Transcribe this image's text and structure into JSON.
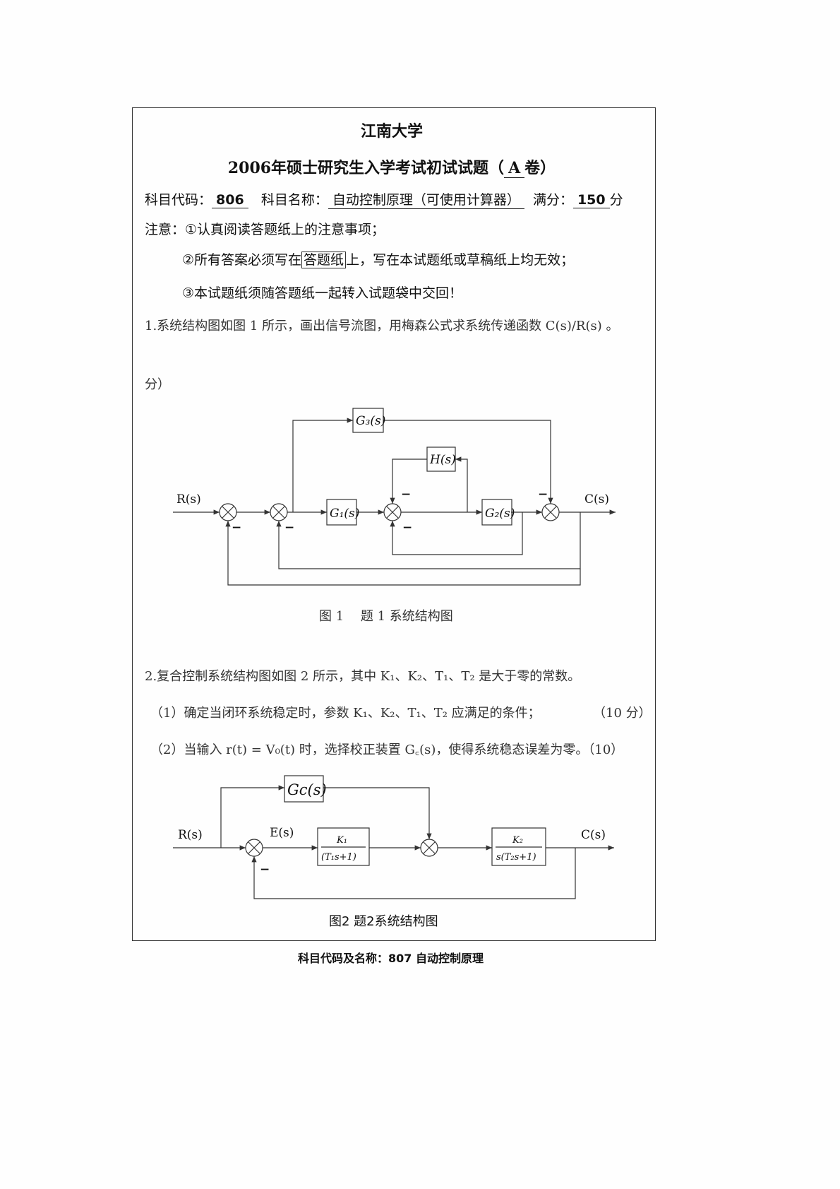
{
  "header": {
    "university": "江南大学",
    "exam_title": "2006年硕士研究生入学考试初试试题（",
    "paper": "A",
    "paper_suffix": "卷）",
    "code_label": "科目代码：",
    "code": "806",
    "name_label": "科目名称：",
    "name": "自动控制原理（可使用计算器）",
    "score_label": "满分：",
    "score": "150",
    "score_unit": "分"
  },
  "notes": {
    "label": "注意：",
    "n1": "①认真阅读答题纸上的注意事项；",
    "n2a": "②所有答案必须写在",
    "n2b": "答题纸",
    "n2c": "上，写在本试题纸或草稿纸上均无效；",
    "n3": "③本试题纸须随答题纸一起转入试题袋中交回！"
  },
  "q1": {
    "text": "1.系统结构图如图 1 所示，画出信号流图，用梅森公式求系统传递函数 C(s)/R(s) 。",
    "cont": "分）",
    "fig": {
      "R": "R(s)",
      "C": "C(s)",
      "G1": "G₁(s)",
      "G2": "G₂(s)",
      "G3": "G₃(s)",
      "H": "H(s)",
      "minus": "−"
    },
    "caption": "图 1　 题 1 系统结构图"
  },
  "q2": {
    "text": "2.复合控制系统结构图如图 2 所示，其中 K₁、K₂、T₁、T₂ 是大于零的常数。",
    "p1": "（1）确定当闭环系统稳定时，参数 K₁、K₂、T₁、T₂ 应满足的条件；",
    "p1_score": "（10 分）",
    "p2": "（2）当输入 r(t) = V₀(t) 时，选择校正装置 G꜀(s)，使得系统稳态误差为零。（10）",
    "fig": {
      "R": "R(s)",
      "E": "E(s)",
      "C": "C(s)",
      "Gc": "Gc(s)",
      "K1num": "K₁",
      "K1den": "(T₁s+1)",
      "K2num": "K₂",
      "K2den": "s(T₂s+1)",
      "minus": "−"
    },
    "caption": "图2  题2系统结构图"
  },
  "footer": "科目代码及名称：807 自动控制原理"
}
